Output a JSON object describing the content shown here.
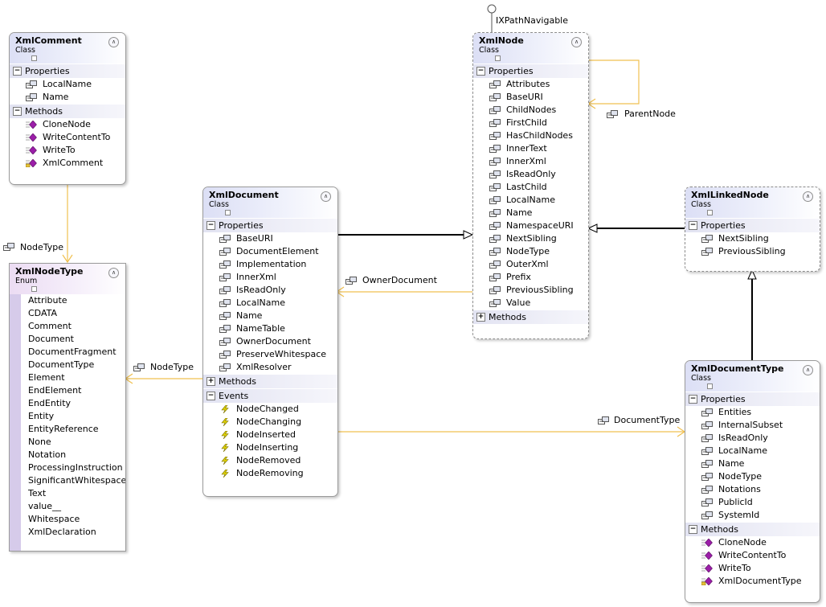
{
  "diagram": {
    "classes": {
      "xmlcomment": {
        "name": "XmlComment",
        "kind": "Class",
        "sections": [
          {
            "title": "Properties",
            "expanded": true,
            "members": [
              {
                "name": "LocalName",
                "icon": "property-icon"
              },
              {
                "name": "Name",
                "icon": "property-icon"
              }
            ]
          },
          {
            "title": "Methods",
            "expanded": true,
            "members": [
              {
                "name": "CloneNode",
                "icon": "method-icon"
              },
              {
                "name": "WriteContentTo",
                "icon": "method-icon"
              },
              {
                "name": "WriteTo",
                "icon": "method-icon"
              },
              {
                "name": "XmlComment",
                "icon": "constructor-icon"
              }
            ]
          }
        ]
      },
      "xmlnodetype": {
        "name": "XmlNodeType",
        "kind": "Enum",
        "values": [
          "Attribute",
          "CDATA",
          "Comment",
          "Document",
          "DocumentFragment",
          "DocumentType",
          "Element",
          "EndElement",
          "EndEntity",
          "Entity",
          "EntityReference",
          "None",
          "Notation",
          "ProcessingInstruction",
          "SignificantWhitespace",
          "Text",
          "value__",
          "Whitespace",
          "XmlDeclaration"
        ]
      },
      "xmldocument": {
        "name": "XmlDocument",
        "kind": "Class",
        "sections": [
          {
            "title": "Properties",
            "expanded": true,
            "members": [
              {
                "name": "BaseURI",
                "icon": "property-icon"
              },
              {
                "name": "DocumentElement",
                "icon": "property-icon"
              },
              {
                "name": "Implementation",
                "icon": "property-icon"
              },
              {
                "name": "InnerXml",
                "icon": "property-icon"
              },
              {
                "name": "IsReadOnly",
                "icon": "property-icon"
              },
              {
                "name": "LocalName",
                "icon": "property-icon"
              },
              {
                "name": "Name",
                "icon": "property-icon"
              },
              {
                "name": "NameTable",
                "icon": "property-icon"
              },
              {
                "name": "OwnerDocument",
                "icon": "property-icon"
              },
              {
                "name": "PreserveWhitespace",
                "icon": "property-icon"
              },
              {
                "name": "XmlResolver",
                "icon": "property-icon"
              }
            ]
          },
          {
            "title": "Methods",
            "expanded": false,
            "members": []
          },
          {
            "title": "Events",
            "expanded": true,
            "members": [
              {
                "name": "NodeChanged",
                "icon": "event-icon"
              },
              {
                "name": "NodeChanging",
                "icon": "event-icon"
              },
              {
                "name": "NodeInserted",
                "icon": "event-icon"
              },
              {
                "name": "NodeInserting",
                "icon": "event-icon"
              },
              {
                "name": "NodeRemoved",
                "icon": "event-icon"
              },
              {
                "name": "NodeRemoving",
                "icon": "event-icon"
              }
            ]
          }
        ]
      },
      "xmlnode": {
        "name": "XmlNode",
        "kind": "Class",
        "sections": [
          {
            "title": "Properties",
            "expanded": true,
            "members": [
              {
                "name": "Attributes",
                "icon": "property-icon"
              },
              {
                "name": "BaseURI",
                "icon": "property-icon"
              },
              {
                "name": "ChildNodes",
                "icon": "property-icon"
              },
              {
                "name": "FirstChild",
                "icon": "property-icon"
              },
              {
                "name": "HasChildNodes",
                "icon": "property-icon"
              },
              {
                "name": "InnerText",
                "icon": "property-icon"
              },
              {
                "name": "InnerXml",
                "icon": "property-icon"
              },
              {
                "name": "IsReadOnly",
                "icon": "property-icon"
              },
              {
                "name": "LastChild",
                "icon": "property-icon"
              },
              {
                "name": "LocalName",
                "icon": "property-icon"
              },
              {
                "name": "Name",
                "icon": "property-icon"
              },
              {
                "name": "NamespaceURI",
                "icon": "property-icon"
              },
              {
                "name": "NextSibling",
                "icon": "property-icon"
              },
              {
                "name": "NodeType",
                "icon": "property-icon"
              },
              {
                "name": "OuterXml",
                "icon": "property-icon"
              },
              {
                "name": "Prefix",
                "icon": "property-icon"
              },
              {
                "name": "PreviousSibling",
                "icon": "property-icon"
              },
              {
                "name": "Value",
                "icon": "property-icon"
              }
            ]
          },
          {
            "title": "Methods",
            "expanded": false,
            "members": []
          }
        ]
      },
      "xmllinkednode": {
        "name": "XmlLinkedNode",
        "kind": "Class",
        "sections": [
          {
            "title": "Properties",
            "expanded": true,
            "members": [
              {
                "name": "NextSibling",
                "icon": "property-icon"
              },
              {
                "name": "PreviousSibling",
                "icon": "property-icon"
              }
            ]
          }
        ]
      },
      "xmldocumenttype": {
        "name": "XmlDocumentType",
        "kind": "Class",
        "sections": [
          {
            "title": "Properties",
            "expanded": true,
            "members": [
              {
                "name": "Entities",
                "icon": "property-icon"
              },
              {
                "name": "InternalSubset",
                "icon": "property-icon"
              },
              {
                "name": "IsReadOnly",
                "icon": "property-icon"
              },
              {
                "name": "LocalName",
                "icon": "property-icon"
              },
              {
                "name": "Name",
                "icon": "property-icon"
              },
              {
                "name": "NodeType",
                "icon": "property-icon"
              },
              {
                "name": "Notations",
                "icon": "property-icon"
              },
              {
                "name": "PublicId",
                "icon": "property-icon"
              },
              {
                "name": "SystemId",
                "icon": "property-icon"
              }
            ]
          },
          {
            "title": "Methods",
            "expanded": true,
            "members": [
              {
                "name": "CloneNode",
                "icon": "method-icon"
              },
              {
                "name": "WriteContentTo",
                "icon": "method-icon"
              },
              {
                "name": "WriteTo",
                "icon": "method-icon"
              },
              {
                "name": "XmlDocumentType",
                "icon": "constructor-icon"
              }
            ]
          }
        ]
      }
    },
    "associations": {
      "nodetype_comment": "NodeType",
      "nodetype_document": "NodeType",
      "ownerdocument": "OwnerDocument",
      "parentnode": "ParentNode",
      "documenttype": "DocumentType"
    },
    "interface_label": "IXPathNavigable",
    "colors": {
      "association": "#f0c050",
      "inheritance": "#000000",
      "header": "#dcdff5",
      "enum_header": "#ecdcf3",
      "enum_bar": "#d6cbea",
      "property_icon": "#555555",
      "method_icon": "#9b1ea8",
      "event_icon": "#d8c800"
    }
  }
}
